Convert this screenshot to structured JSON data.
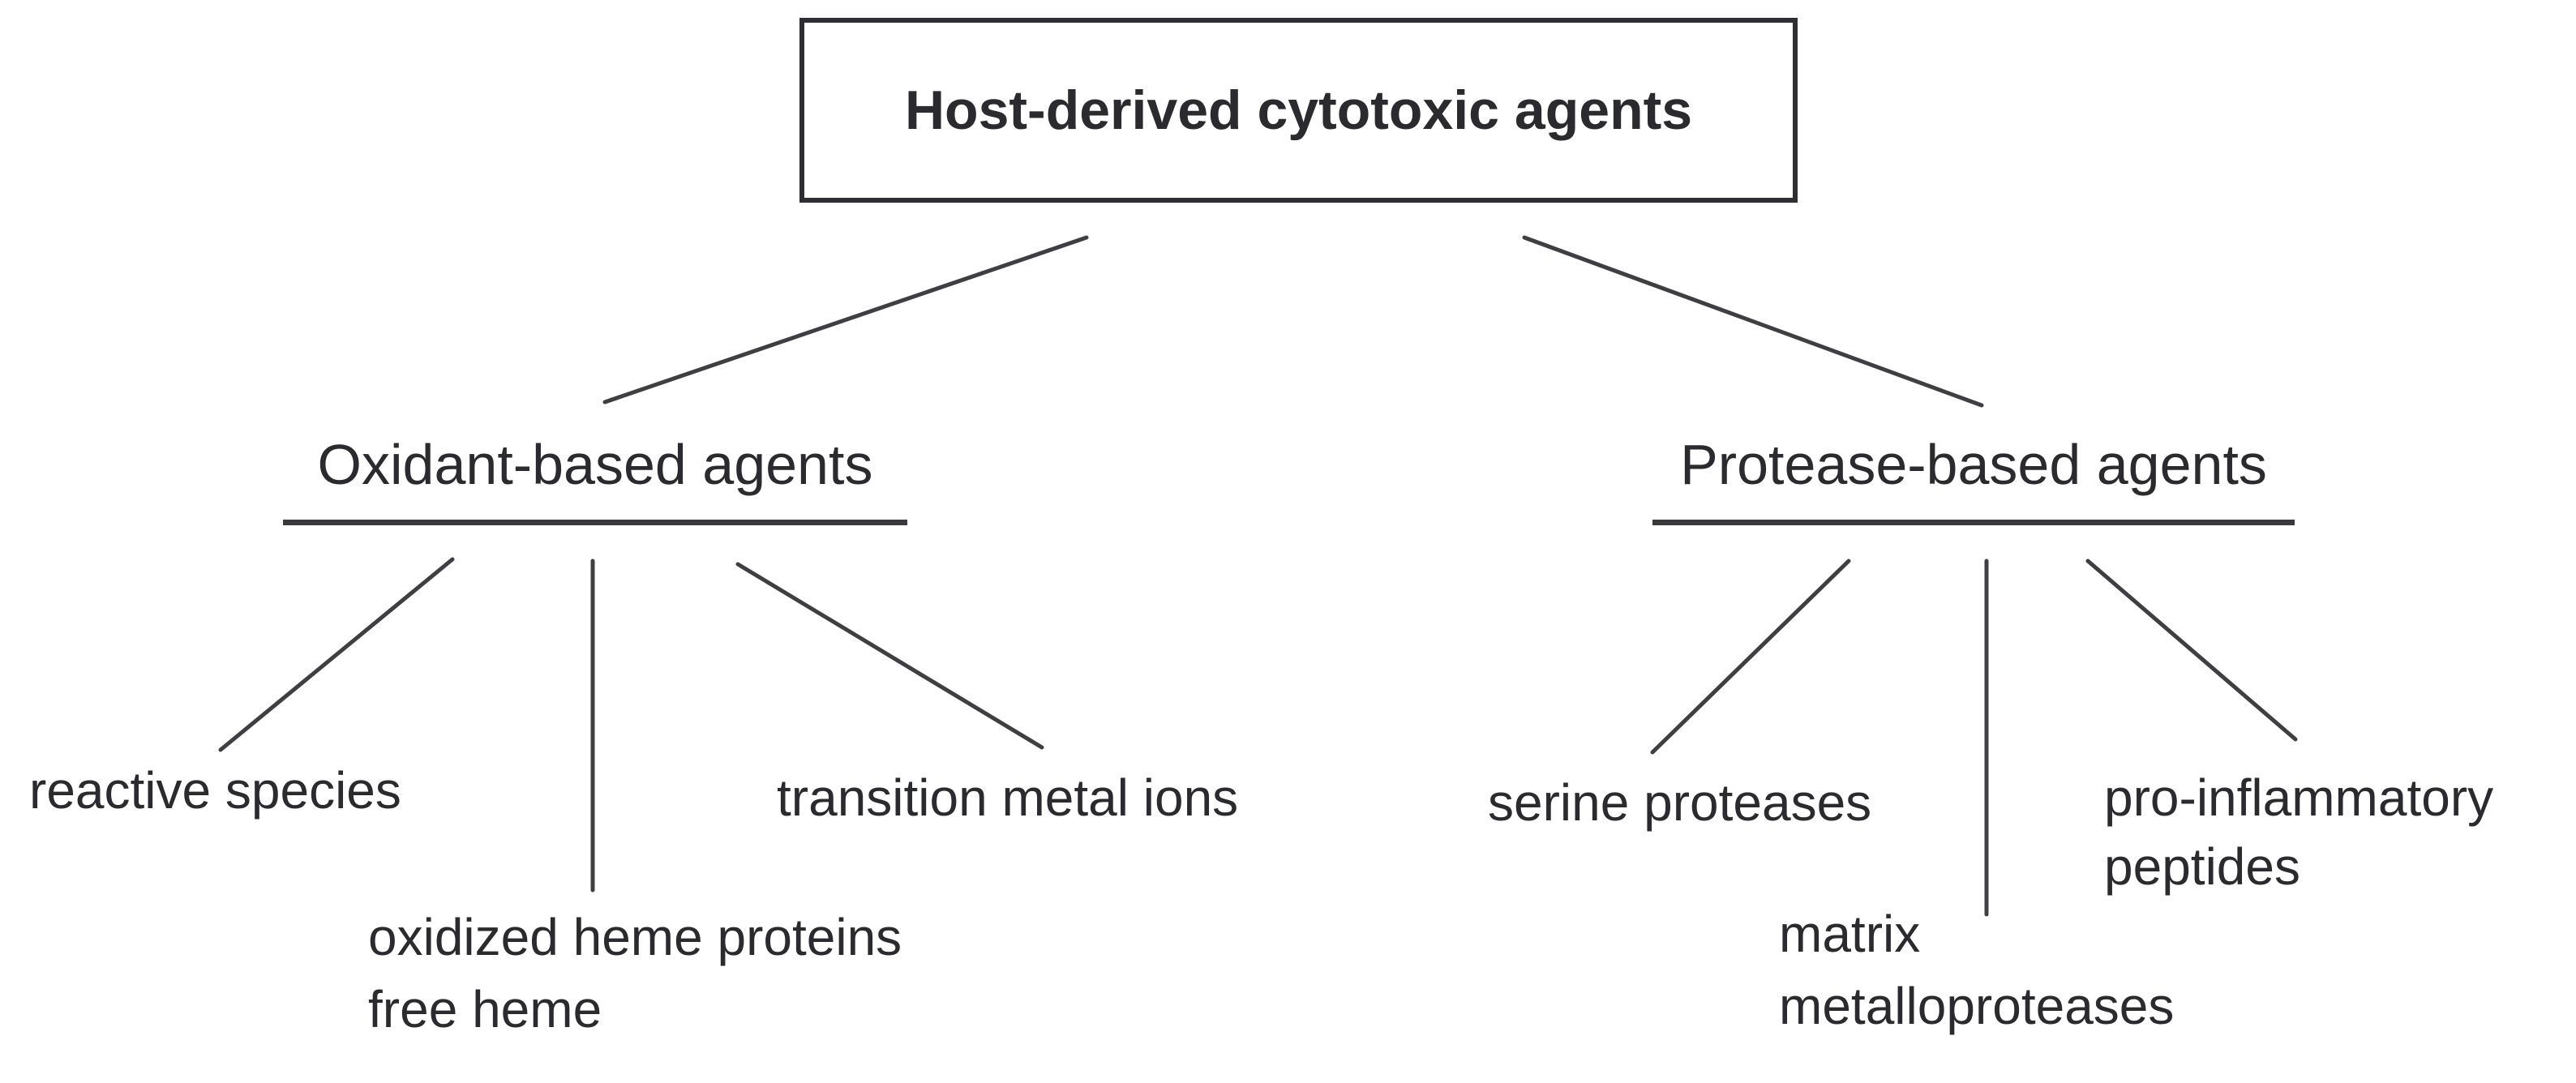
{
  "diagram": {
    "root": {
      "label": "Host-derived cytotoxic agents"
    },
    "branches": [
      {
        "label": "Oxidant-based agents",
        "children": [
          {
            "line1": "reactive species"
          },
          {
            "line1": "oxidized heme proteins",
            "line2": "free heme"
          },
          {
            "line1": "transition metal ions"
          }
        ]
      },
      {
        "label": "Protease-based agents",
        "children": [
          {
            "line1": "serine proteases"
          },
          {
            "line1": "matrix",
            "line2": "metalloproteases"
          },
          {
            "line1": "pro-inflammatory",
            "line2": "peptides"
          }
        ]
      }
    ],
    "colors": {
      "text": "#2b2a2e",
      "line": "#3f3f43",
      "box_border": "#2f2f33",
      "background": "#ffffff"
    }
  }
}
